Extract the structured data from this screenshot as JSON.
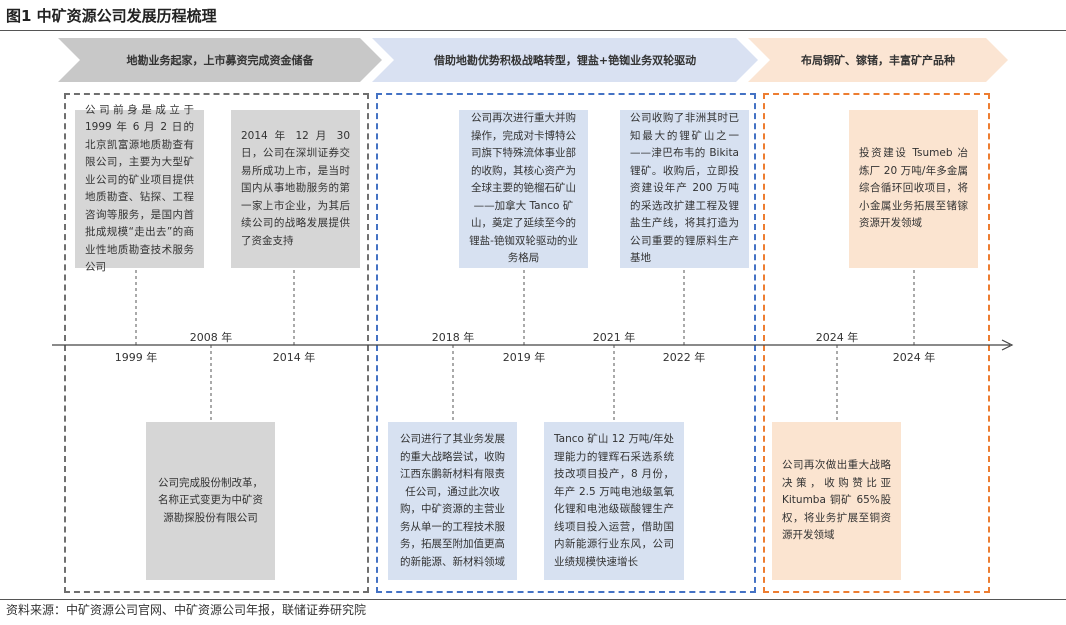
{
  "figure": {
    "title": "图1   中矿资源公司发展历程梳理"
  },
  "phases": [
    {
      "label": "地勘业务起家，上市募资完成资金储备",
      "color": "#c8c8c8"
    },
    {
      "label": "借助地勘优势积极战略转型，锂盐+铯铷业务双轮驱动",
      "color": "#d9e1f2"
    },
    {
      "label": "布局铜矿、镓锗，丰富矿产品种",
      "color": "#fbe5d3"
    }
  ],
  "frame_colors": {
    "gray": "#6f6f6f",
    "blue": "#4472c4",
    "orange": "#ed7d31"
  },
  "events_top": [
    {
      "text": "公司前身是成立于 1999 年 6 月 2 日的北京凯富源地质勘查有限公司，主要为大型矿业公司的矿业项目提供地质勘查、钻探、工程咨询等服务，是国内首批成规模“走出去”的商业性地质勘查技术服务公司",
      "year": "1999 年"
    },
    {
      "text": "2014 年 12 月 30 日，公司在深圳证券交易所成功上市，是当时国内从事地勘服务的第一家上市企业，为其后续公司的战略发展提供了资金支持",
      "year": "2014 年"
    },
    {
      "text": "公司再次进行重大并购操作，完成对卡博特公司旗下特殊流体事业部的收购，其核心资产为全球主要的铯榴石矿山——加拿大 Tanco 矿山，奠定了延续至今的锂盐-铯铷双轮驱动的业务格局",
      "year": "2019 年"
    },
    {
      "text": "公司收购了非洲其时已知最大的锂矿山之一——津巴布韦的 Bikita 锂矿。收购后，立即投资建设年产 200 万吨的采选改扩建工程及锂盐生产线，将其打造为公司重要的锂原料生产基地",
      "year": "2022 年"
    },
    {
      "text": "投资建设 Tsumeb 冶炼厂 20 万吨/年多金属综合循环回收项目，将小金属业务拓展至锗镓资源开发领域",
      "year": "2024 年"
    }
  ],
  "events_bottom": [
    {
      "text": "公司完成股份制改革，名称正式变更为中矿资源勘探股份有限公司",
      "year": "2008 年"
    },
    {
      "text": "公司进行了其业务发展的重大战略尝试，收购江西东鹏新材料有限责任公司，通过此次收购，中矿资源的主营业务从单一的工程技术服务，拓展至附加值更高的新能源、新材料领域",
      "year": "2018 年"
    },
    {
      "text": "Tanco 矿山 12 万吨/年处理能力的锂辉石采选系统技改项目投产，8 月份，年产 2.5 万吨电池级氢氧化锂和电池级碳酸锂生产线项目投入运营，借助国内新能源行业东风，公司业绩规模快速增长",
      "year": "2021 年"
    },
    {
      "text": "公司再次做出重大战略决策，收购赞比亚 Kitumba 铜矿 65%股权，将业务扩展至铜资源开发领域",
      "year": "2024 年"
    }
  ],
  "source": "资料来源：中矿资源公司官网、中矿资源公司年报，联储证券研究院"
}
